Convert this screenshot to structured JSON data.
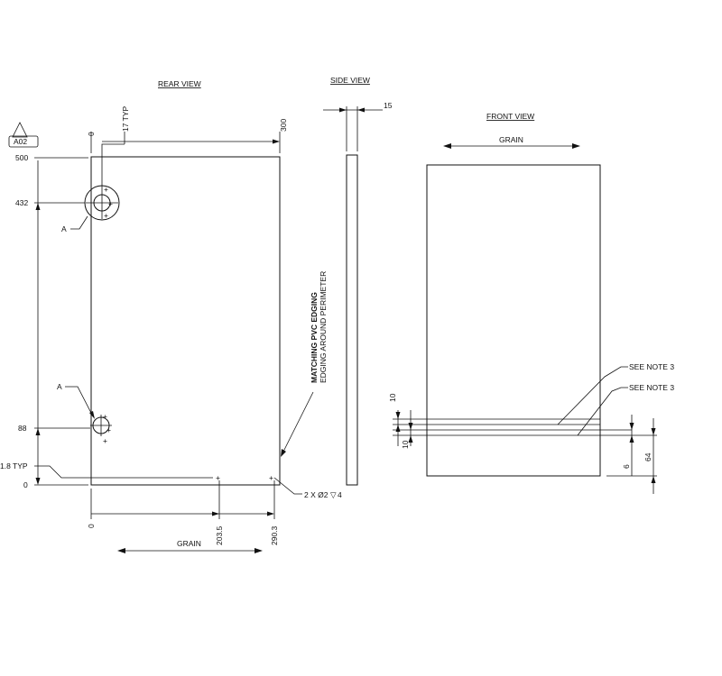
{
  "views": {
    "rear": "REAR VIEW",
    "side": "SIDE VIEW",
    "front": "FRONT VIEW"
  },
  "revision_tag": "A02",
  "grain_label": "GRAIN",
  "rear": {
    "x_zero": "0",
    "x_typ": "17 TYP",
    "width": "300",
    "height": "500",
    "y_432": "432",
    "y_88": "88",
    "y_zero": "0",
    "edge_typ": "1.8 TYP",
    "callout_a": "A",
    "x_bottom_zero": "0",
    "x_203": "203.5",
    "x_290": "290.3",
    "hole_note": "2 X Ø2",
    "hole_note_depth": "4"
  },
  "edging": {
    "line1": "MATCHING PVC EDGING",
    "line2": "EDGING AROUND PERIMETER"
  },
  "side": {
    "thickness": "15"
  },
  "front": {
    "note1": "SEE NOTE 3",
    "note2": "SEE NOTE 3",
    "dim_upper": "10",
    "dim_lower": "10",
    "dim_6": "6",
    "dim_64": "64"
  }
}
